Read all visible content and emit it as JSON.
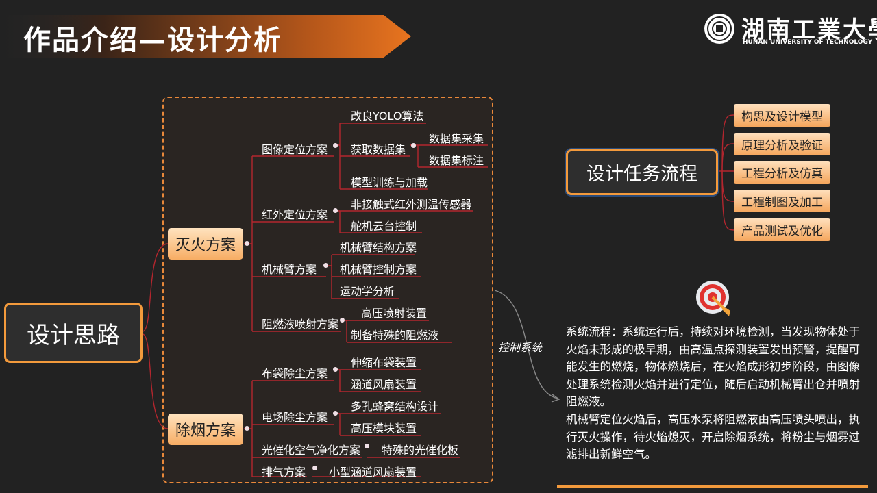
{
  "header": {
    "title": "作品介绍—设计分析"
  },
  "logo": {
    "name_cn": "湖南工業大學",
    "name_en": "HUNAN UNIVERSITY OF TECHNOLOGY"
  },
  "mindmap": {
    "root": "设计思路",
    "branches": [
      {
        "label": "灭火方案",
        "children": [
          {
            "label": "图像定位方案",
            "children": [
              {
                "label": "改良YOLO算法"
              },
              {
                "label": "获取数据集",
                "children": [
                  "数据集采集",
                  "数据集标注"
                ]
              },
              {
                "label": "模型训练与加载"
              }
            ]
          },
          {
            "label": "红外定位方案",
            "children": [
              "非接触式红外测温传感器",
              "舵机云台控制"
            ]
          },
          {
            "label": "机械臂方案",
            "children": [
              "机械臂结构方案",
              "机械臂控制方案",
              "运动学分析"
            ]
          },
          {
            "label": "阻燃液喷射方案",
            "children": [
              "高压喷射装置",
              "制备特殊的阻燃液"
            ]
          }
        ]
      },
      {
        "label": "除烟方案",
        "children": [
          {
            "label": "布袋除尘方案",
            "children": [
              "伸缩布袋装置",
              "涵道风扇装置"
            ]
          },
          {
            "label": "电场除尘方案",
            "children": [
              "多孔蜂窝结构设计",
              "高压模块装置"
            ]
          },
          {
            "label": "光催化空气净化方案",
            "children": [
              "特殊的光催化板"
            ]
          },
          {
            "label": "排气方案",
            "children": [
              "小型涵道风扇装置"
            ]
          }
        ]
      }
    ]
  },
  "connector_label": "控制系统",
  "flow": {
    "title": "设计任务流程",
    "steps": [
      "构思及设计模型",
      "原理分析及验证",
      "工程分析及仿真",
      "工程制图及加工",
      "产品测试及优化"
    ]
  },
  "description": {
    "para1": "系统流程：系统运行后，持续对环境检测，当发现物体处于火焰未形成的极早期，由高温点探测装置发出预警，提醒可能发生的燃烧，物体燃烧后，在火焰成形初步阶段，由图像处理系统检测火焰并进行定位，随后启动机械臂出仓并喷射阻燃液。",
    "para2": "机械臂定位火焰后，高压水泵将阻燃液由高压喷头喷出，执行灭火操作，待火焰熄灭，开启除烟系统，将粉尘与烟雾过滤排出新鲜空气。"
  },
  "colors": {
    "accent": "#f39a3c",
    "line_red": "#b3262e",
    "background": "#222222"
  }
}
